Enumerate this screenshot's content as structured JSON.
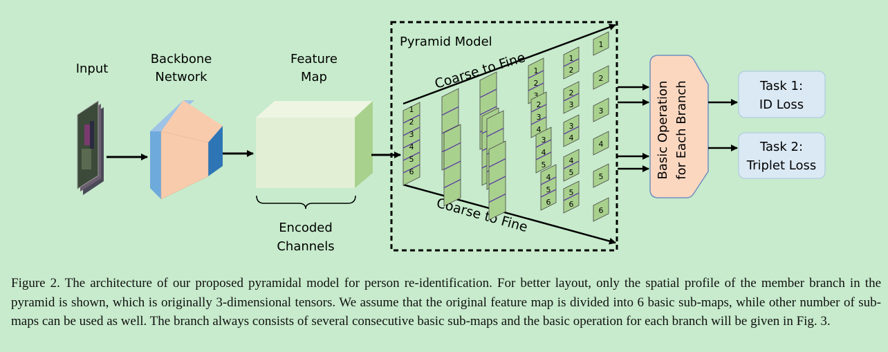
{
  "labels": {
    "input": "Input",
    "backbone_line1": "Backbone",
    "backbone_line2": "Network",
    "feature_line1": "Feature",
    "feature_line2": "Map",
    "encoded_line1": "Encoded",
    "encoded_line2": "Channels",
    "pyramid_title": "Pyramid Model",
    "coarse_to_fine_top": "Coarse to Fine",
    "coarse_to_fine_bottom": "Coarse to Fine",
    "basic_op_line1": "Basic Operation",
    "basic_op_line2": "for Each Branch",
    "task1_line1": "Task 1:",
    "task1_line2": "ID Loss",
    "task2_line1": "Task 2:",
    "task2_line2": "Triplet Loss"
  },
  "submap_numbers": [
    "1",
    "2",
    "3",
    "4",
    "5",
    "6"
  ],
  "colors": {
    "background": "#c7ebcc",
    "submap_fill": "#a9d18e",
    "submap_stroke": "#5b3fa0",
    "basic_op_fill": "#fbd7c0",
    "task_box_fill": "#dbe9f4",
    "backbone_blue": "#2e75b6",
    "backbone_light_blue": "#6faadc",
    "backbone_face": "#f8cbad"
  },
  "caption": "Figure 2. The architecture of our proposed pyramidal model for person re-identification.  For better layout, only the spatial profile of the member branch in the pyramid is shown, which is originally 3-dimensional tensors. We assume that the original feature map is divided into 6 basic sub-maps, while other number of sub-maps can be used as well. The branch always consists of several consecutive basic sub-maps and the basic operation for each branch will be given in Fig. 3."
}
